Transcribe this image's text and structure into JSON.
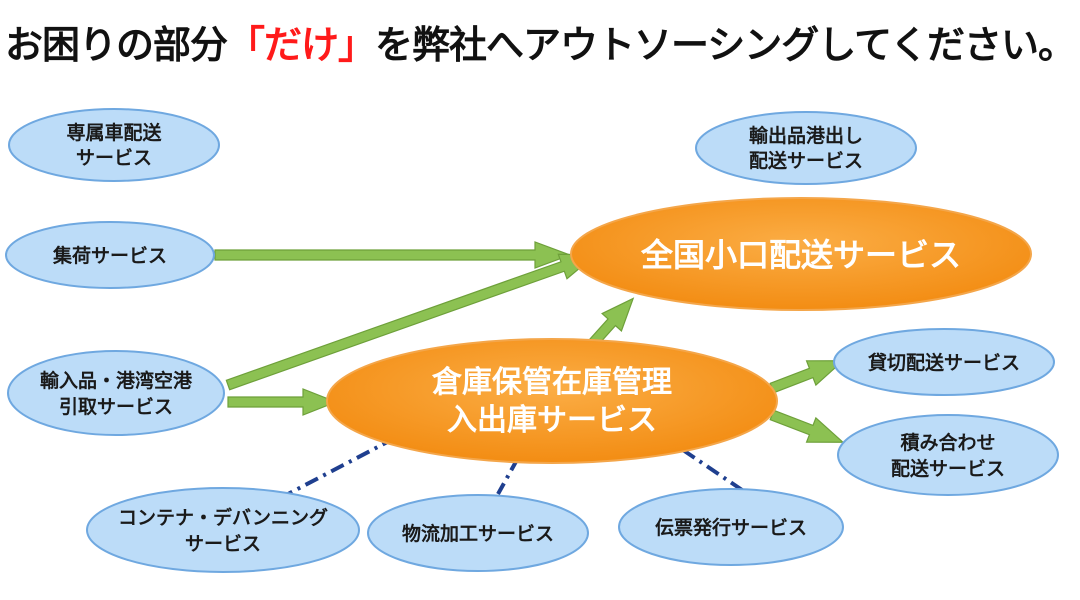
{
  "headline": {
    "prefix": "お困りの部分",
    "highlight": "「だけ」",
    "suffix": "を弊社へアウトソーシングしてください。"
  },
  "nodes": {
    "dedicated_truck": {
      "line1": "専属車配送",
      "line2": "サービス"
    },
    "export_port": {
      "line1": "輸出品港出し",
      "line2": "配送サービス"
    },
    "pickup": {
      "line1": "集荷サービス"
    },
    "nationwide_small": {
      "line1": "全国小口配送サービス"
    },
    "import_port": {
      "line1": "輸入品・港湾空港",
      "line2": "引取サービス"
    },
    "warehouse": {
      "line1": "倉庫保管在庫管理",
      "line2": "入出庫サービス"
    },
    "charter": {
      "line1": "貸切配送サービス"
    },
    "consolidated": {
      "line1": "積み合わせ",
      "line2": "配送サービス"
    },
    "container_devanning": {
      "line1": "コンテナ・デバンニング",
      "line2": "サービス"
    },
    "distribution_processing": {
      "line1": "物流加工サービス"
    },
    "slip_issuing": {
      "line1": "伝票発行サービス"
    }
  },
  "colors": {
    "blue_fill": "#bcdcf8",
    "blue_stroke": "#6fa8e0",
    "orange_fill": "#f7941d",
    "orange_stroke": "#f4a64a",
    "arrow_green": "#8cc152",
    "arrow_green_dark": "#6ea03a",
    "dash_navy": "#1f3f8f",
    "accent_red": "#ff1a1a"
  }
}
